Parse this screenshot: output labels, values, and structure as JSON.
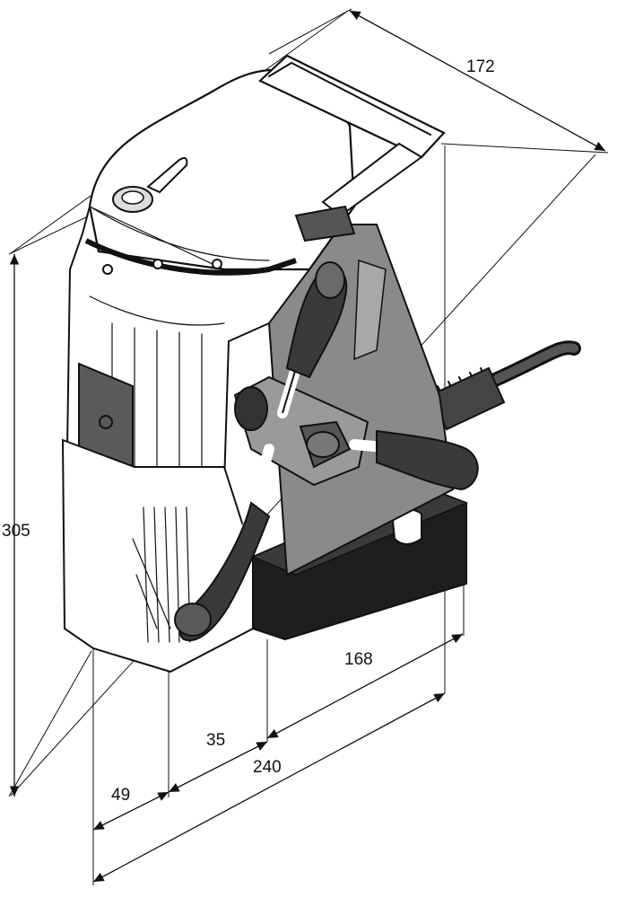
{
  "dimensions": {
    "width_top": "172",
    "height": "305",
    "base_length": "168",
    "offset_35": "35",
    "depth_240": "240",
    "offset_49": "49"
  },
  "colors": {
    "line": "#111111",
    "dark_fill": "#2b2b2b",
    "mid_fill": "#7a7a7a",
    "light_fill": "#d9d9d9",
    "white": "#ffffff"
  }
}
